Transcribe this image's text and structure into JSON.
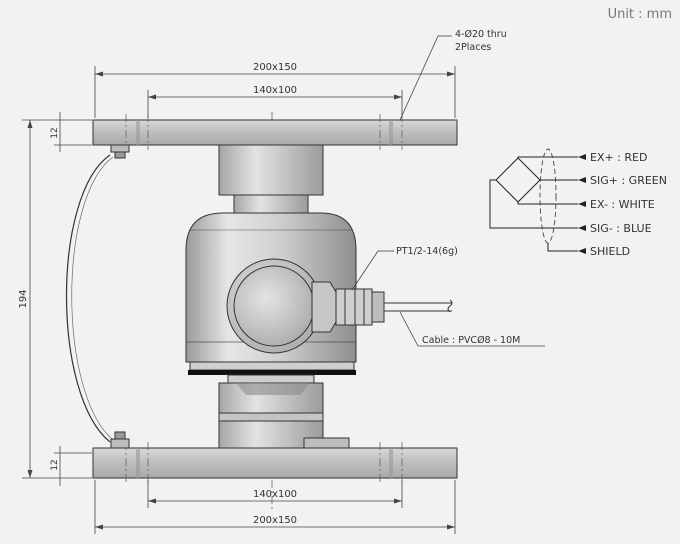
{
  "unit_label": "Unit : mm",
  "dimensions": {
    "top_plate_outer": "200x150",
    "top_plate_inner": "140x100",
    "bottom_plate_inner": "140x100",
    "bottom_plate_outer": "200x150",
    "total_height": "194",
    "top_plate_thickness": "12",
    "bottom_plate_thickness": "12"
  },
  "callouts": {
    "holes_line1": "4-Ø20 thru",
    "holes_line2": "2Places",
    "thread": "PT1/2-14(6g)",
    "cable": "Cable : PVCØ8 - 10M"
  },
  "wiring": [
    {
      "label": "EX+ : RED"
    },
    {
      "label": "SIG+ : GREEN"
    },
    {
      "label": "EX- : WHITE"
    },
    {
      "label": "SIG- : BLUE"
    },
    {
      "label": "SHIELD"
    }
  ]
}
